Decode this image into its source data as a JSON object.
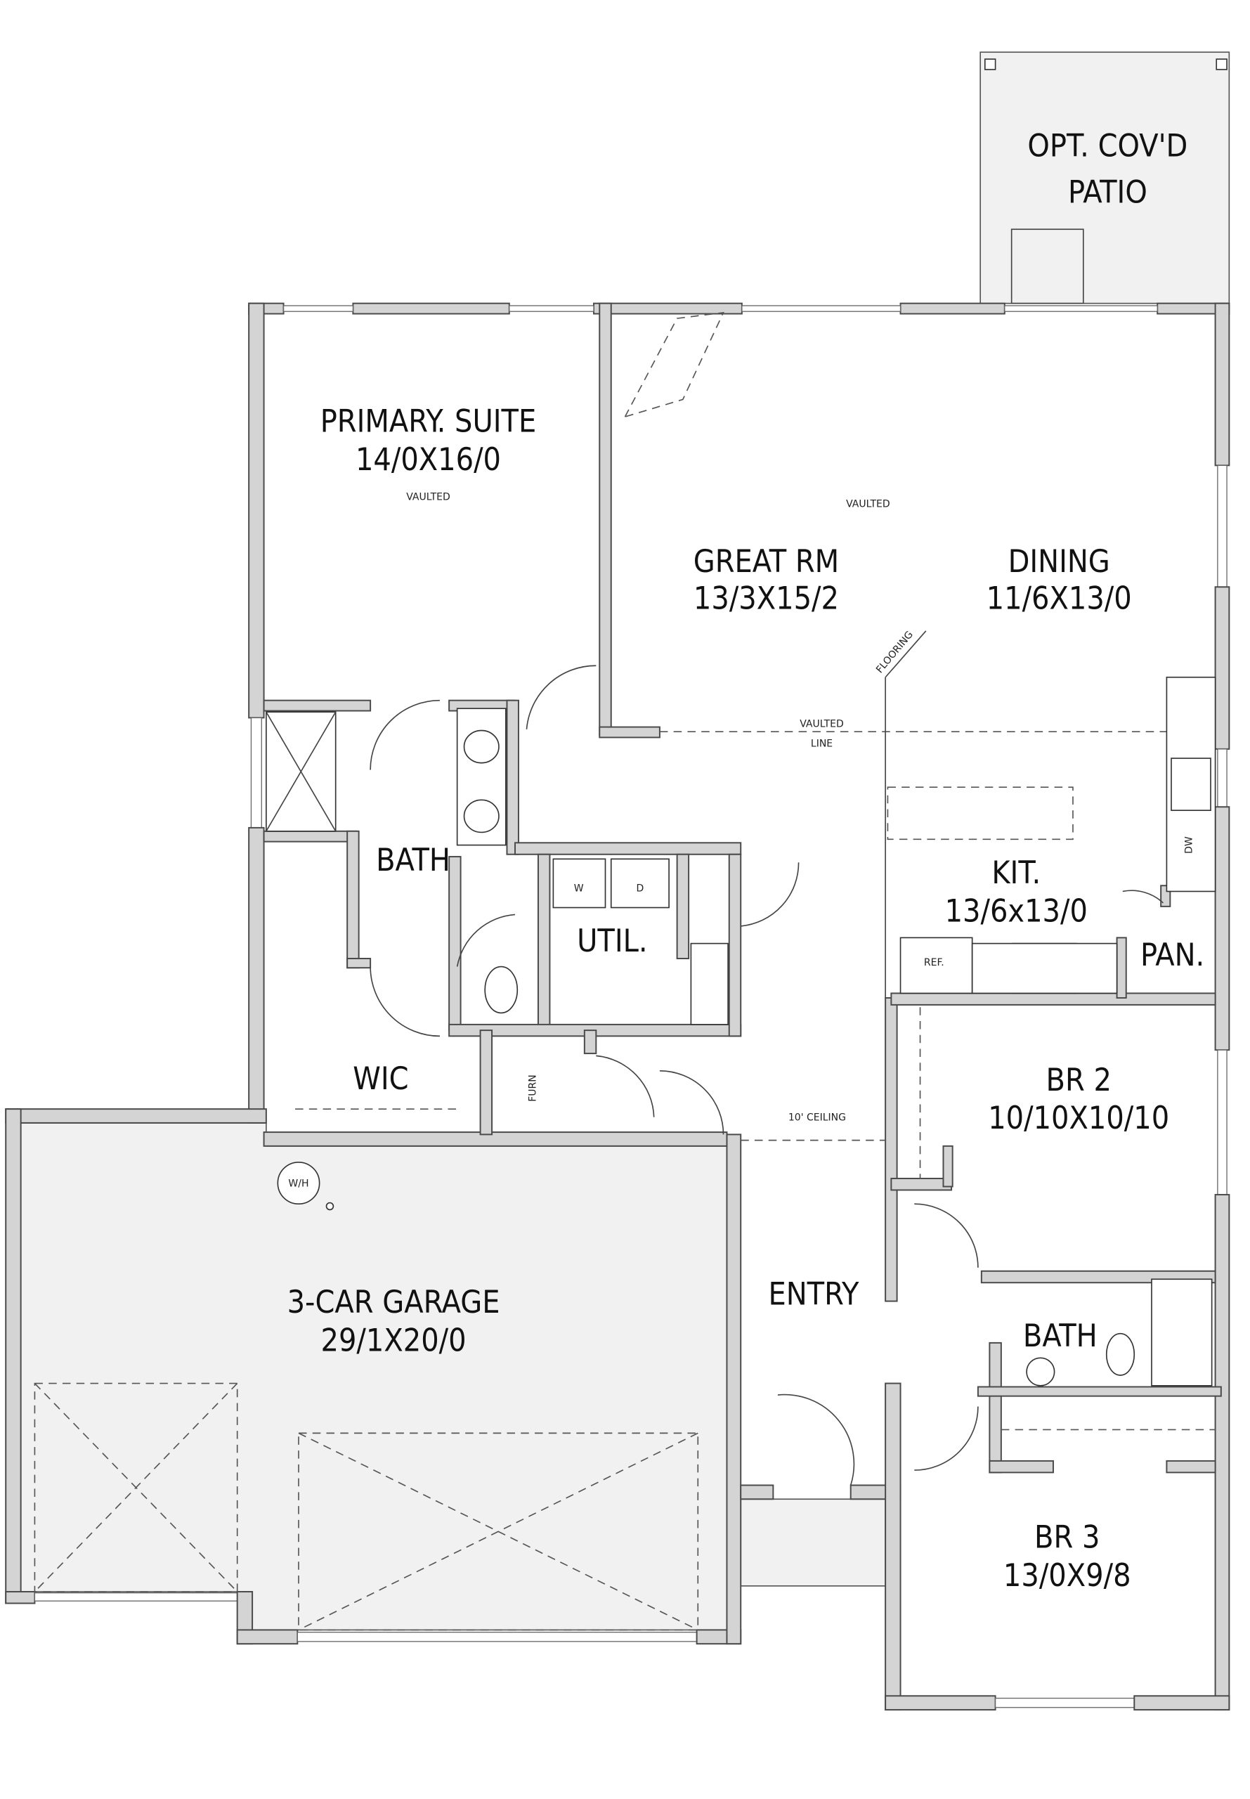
{
  "rooms": {
    "patio": {
      "line1": "OPT. COV'D",
      "line2": "PATIO"
    },
    "primary_suite": {
      "name": "PRIMARY. SUITE",
      "size": "14/0X16/0"
    },
    "great_room": {
      "name": "GREAT RM",
      "size": "13/3X15/2"
    },
    "dining": {
      "name": "DINING",
      "size": "11/6X13/0"
    },
    "kitchen": {
      "name": "KIT.",
      "size": "13/6x13/0"
    },
    "primary_bath": {
      "name": "BATH"
    },
    "utility": {
      "name": "UTIL."
    },
    "pantry": {
      "name": "PAN."
    },
    "wic": {
      "name": "WIC"
    },
    "br2": {
      "name": "BR 2",
      "size": "10/10X10/10"
    },
    "garage": {
      "name": "3-CAR GARAGE",
      "size": "29/1X20/0"
    },
    "entry": {
      "name": "ENTRY"
    },
    "hall_bath": {
      "name": "BATH"
    },
    "br3": {
      "name": "BR 3",
      "size": "13/0X9/8"
    }
  },
  "notes": {
    "vaulted_primary": "VAULTED",
    "vaulted_great": "VAULTED",
    "vaulted_line_1": "VAULTED",
    "vaulted_line_2": "LINE",
    "flooring": "FLOORING",
    "ceiling": "10' CEILING"
  },
  "fixtures": {
    "washer": "W",
    "dryer": "D",
    "dishwasher": "DW",
    "refrigerator": "REF.",
    "furnace": "FURN",
    "water_heater": "W/H"
  }
}
